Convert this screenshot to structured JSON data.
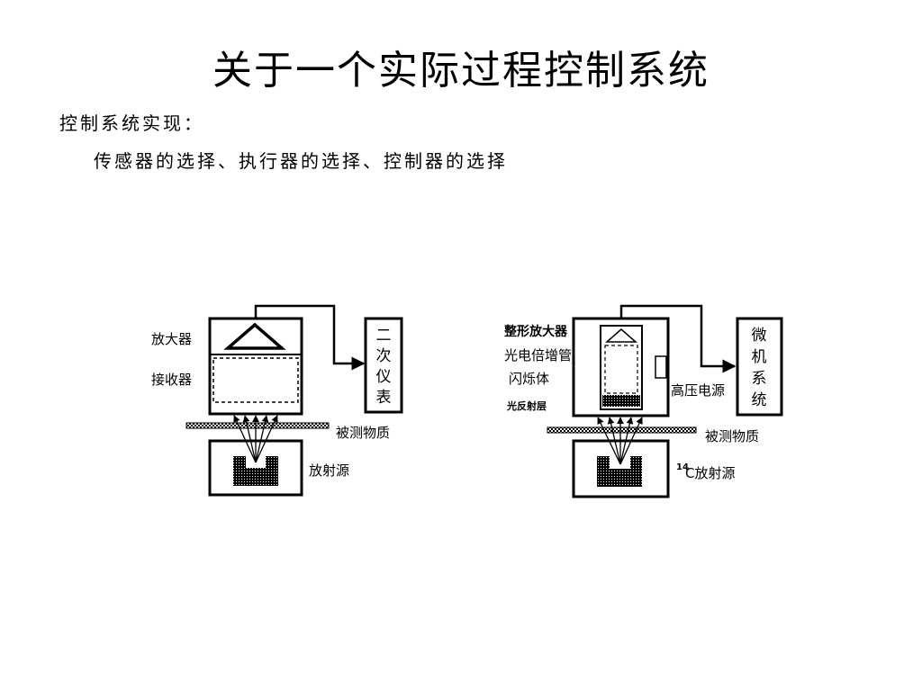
{
  "slide": {
    "title": "关于一个实际过程控制系统",
    "subtitle": "控制系统实现：",
    "body": "传感器的选择、执行器的选择、控制器的选择"
  },
  "diagram_left": {
    "amplifier": "放大器",
    "receiver": "接收器",
    "instrument_chars": [
      "二",
      "次",
      "仪",
      "表"
    ],
    "measured_material": "被测物质",
    "radiation_source": "放射源"
  },
  "diagram_right": {
    "shaping_amplifier": "整形放大器",
    "photomultiplier": "光电倍增管",
    "scintillator": "闪烁体",
    "reflective_layer": "光反射层",
    "high_voltage_supply": "高压电源",
    "computer_chars": [
      "微",
      "机",
      "系",
      "统"
    ],
    "measured_material": "被测物质",
    "isotope_mass": "14",
    "source_label": "C放射源"
  }
}
